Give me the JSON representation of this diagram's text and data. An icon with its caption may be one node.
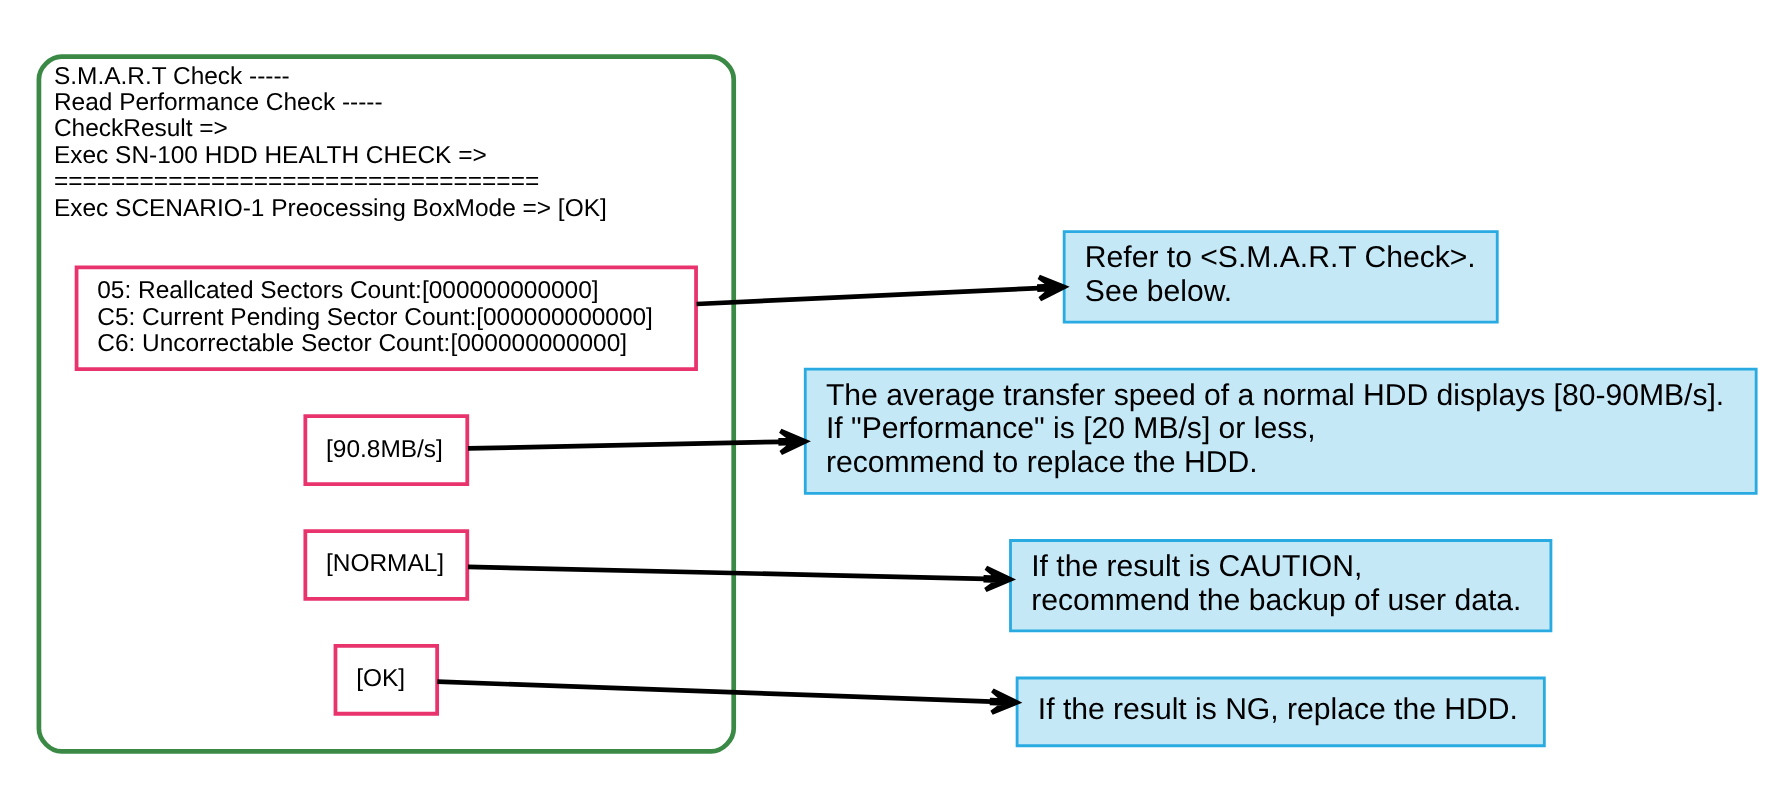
{
  "diagram": {
    "nodes": [
      {
        "text": [
          "S.M.A.R.T Check -----",
          "Read Performance Check -----",
          "CheckResult =>",
          "Exec SN-100 HDD HEALTH CHECK =>",
          "==================================",
          "Exec SCENARIO-1 Preocessing BoxMode => [OK]"
        ]
      },
      {
        "text": [
          "05: Reallcated Sectors Count:[000000000000]",
          "C5: Current Pending Sector Count:[000000000000]",
          "C6: Uncorrectable Sector Count:[000000000000]"
        ],
        "in": 0
      },
      {
        "text": [
          "[90.8MB/s]"
        ],
        "in": 0
      },
      {
        "text": [
          "[NORMAL]"
        ],
        "in": 0
      },
      {
        "text": [
          "[OK]"
        ],
        "in": 0
      },
      {
        "text": [
          "Refer to <S.M.A.R.T Check>.",
          "See below."
        ]
      },
      {
        "text": [
          "The average transfer speed of a normal HDD displays [80-90MB/s].",
          "If \"Performance\" is [20 MB/s] or less,",
          "recommend to replace the HDD."
        ]
      },
      {
        "text": [
          "If the result is CAUTION,",
          "recommend the backup of user data."
        ]
      },
      {
        "text": [
          "If the result is NG, replace the HDD."
        ]
      }
    ],
    "edges": [
      {
        "from": 1,
        "to": 5,
        "arrow": "to"
      },
      {
        "from": 2,
        "to": 6,
        "arrow": "to"
      },
      {
        "from": 3,
        "to": 7,
        "arrow": "to"
      },
      {
        "from": 4,
        "to": 8,
        "arrow": "to"
      }
    ]
  }
}
